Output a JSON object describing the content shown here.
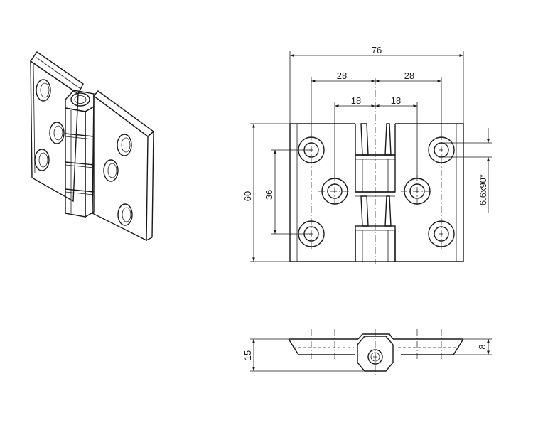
{
  "dimensions": {
    "overall_width": "76",
    "outer_hole_offset_left": "28",
    "outer_hole_offset_right": "28",
    "inner_hole_offset_left": "18",
    "inner_hole_offset_right": "18",
    "overall_height": "60",
    "hole_vertical_spacing": "36",
    "countersink_spec": "6.6x90°",
    "total_thickness": "15",
    "leaf_thickness": "8"
  }
}
